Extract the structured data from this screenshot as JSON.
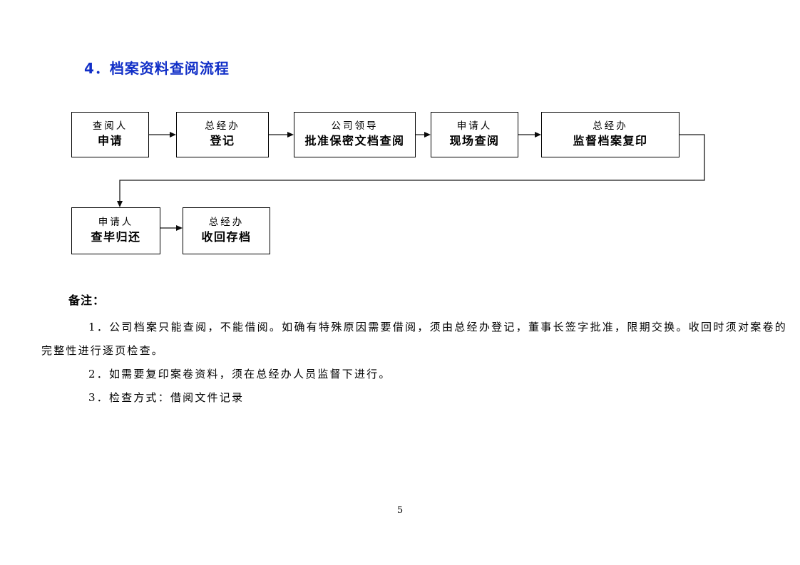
{
  "heading": {
    "label": "4．档案资料查阅流程"
  },
  "flowchart": {
    "boxes": [
      {
        "role": "查阅人",
        "action": "申请"
      },
      {
        "role": "总经办",
        "action": "登记"
      },
      {
        "role": "公司领导",
        "action": "批准保密文档查阅"
      },
      {
        "role": "申请人",
        "action": "现场查阅"
      },
      {
        "role": "总经办",
        "action": "监督档案复印"
      },
      {
        "role": "申请人",
        "action": "查毕归还"
      },
      {
        "role": "总经办",
        "action": "收回存档"
      }
    ]
  },
  "notes": {
    "title": "备注：",
    "items": [
      "1．公司档案只能查阅，不能借阅。如确有特殊原因需要借阅，须由总经办登记，董事长签字批准，限期交换。收回时须对案卷的完整性进行逐页检查。",
      "2．如需要复印案卷资料，须在总经办人员监督下进行。",
      "3．检查方式：借阅文件记录"
    ]
  },
  "footer": {
    "page_number": "5"
  },
  "colors": {
    "heading_blue": "#112fc7",
    "box_border": "#000000",
    "arrow": "#3f3f3f",
    "text": "#000000",
    "background": "#ffffff"
  }
}
